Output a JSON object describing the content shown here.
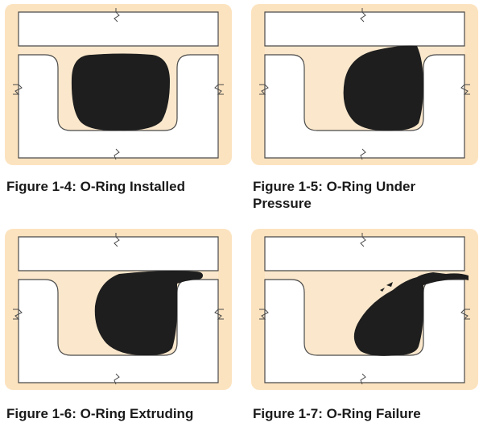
{
  "colors": {
    "frame": "#fce3bf",
    "fluid": "#fbe8cc",
    "metal": "#ffffff",
    "outline": "#4a4a4a",
    "oring": "#1e1e1e"
  },
  "figures": [
    {
      "caption": "Figure 1-4: O-Ring Installed",
      "state": "installed"
    },
    {
      "caption": "Figure 1-5: O-Ring Under\nPressure",
      "state": "under-pressure"
    },
    {
      "caption": "Figure 1-6: O-Ring Extruding",
      "state": "extruding"
    },
    {
      "caption": "Figure 1-7: O-Ring Failure",
      "state": "failure"
    }
  ]
}
